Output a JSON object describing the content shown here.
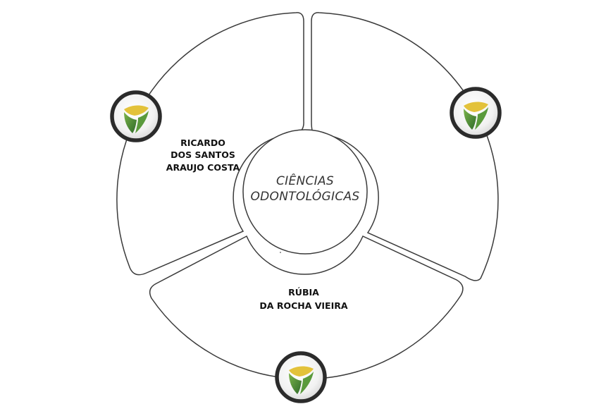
{
  "diagram": {
    "center": {
      "line1": "CIÊNCIAS",
      "line2": "ODONTOLÓGICAS"
    },
    "segments": [
      {
        "id": "top-left",
        "lines": [
          "RICARDO",
          "DOS SANTOS",
          "ARAUJO COSTA"
        ]
      },
      {
        "id": "top-right",
        "lines": []
      },
      {
        "id": "bottom",
        "lines": [
          "RÚBIA",
          "DA ROCHA VIEIRA"
        ]
      }
    ],
    "badge_icon": "green-yellow-shield-logo",
    "colors": {
      "outline": "#3a3a3a",
      "badge_ring": "#2b2b2b",
      "logo_green": "#5a9a3c",
      "logo_dark_green": "#2f6b2a",
      "logo_yellow": "#e3c23a"
    }
  }
}
